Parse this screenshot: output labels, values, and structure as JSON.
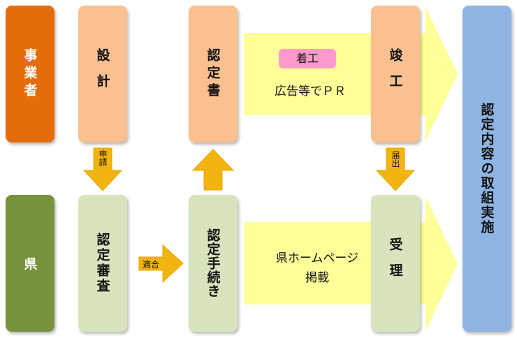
{
  "boxes": {
    "jigyosha": "事業者",
    "sekkei": "設計",
    "ninteisho": "認定書",
    "shunko": "竣工",
    "ken": "県",
    "nintei_shinsa": "認定審査",
    "nintei_tetsuzuki": "認定手続き",
    "juri": "受理",
    "implementation": "認定内容の取組実施"
  },
  "arrows": {
    "shinsei": "申請",
    "tekigo": "適合",
    "todokede": "届出"
  },
  "bands": {
    "top_badge": "着工",
    "top_text": "広告等でＰＲ",
    "bottom_text_line1": "県ホームページ",
    "bottom_text_line2": "掲載"
  },
  "colors": {
    "orange": "#e46c0a",
    "peach": "#fac090",
    "dark_green": "#77933c",
    "light_green": "#d7e4bd",
    "blue": "#8eb4e3",
    "yellow": "#ffff99",
    "arrow": "#f2b40f",
    "pink": "#ff99cc"
  }
}
